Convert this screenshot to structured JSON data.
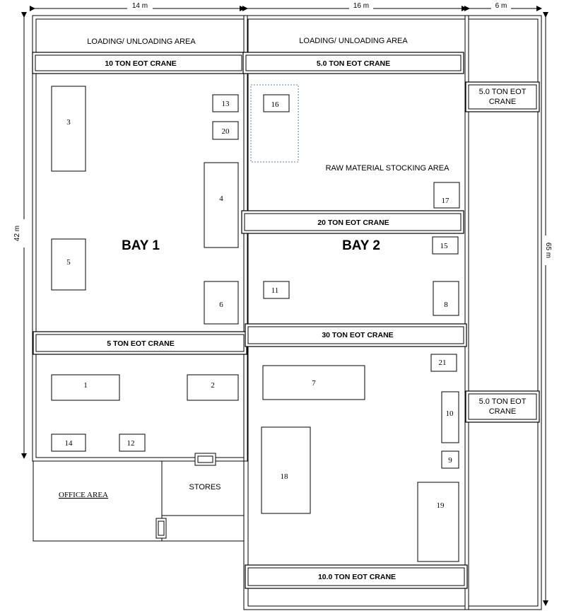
{
  "dimensions": {
    "bay1_width": "14 m",
    "bay2_width": "16 m",
    "bay3_width": "6 m",
    "bay1_length": "42 m",
    "total_length": "65 m"
  },
  "areas": {
    "loading_bay1": "LOADING/ UNLOADING AREA",
    "loading_bay2": "LOADING/ UNLOADING AREA",
    "raw_material": "RAW MATERIAL STOCKING AREA",
    "office": "OFFICE  AREA",
    "stores": "STORES"
  },
  "bays": {
    "bay1": "BAY 1",
    "bay2": "BAY 2"
  },
  "cranes": {
    "c10_bay1": "10 TON EOT CRANE",
    "c5_bay2_top": "5.0 TON EOT CRANE",
    "c5_bay3_top_line1": "5.0 TON EOT",
    "c5_bay3_top_line2": "CRANE",
    "c20_bay2": "20 TON EOT CRANE",
    "c5_bay1": "5 TON EOT CRANE",
    "c30_bay2": "30 TON EOT CRANE",
    "c5_bay3_bottom_line1": "5.0 TON EOT",
    "c5_bay3_bottom_line2": "CRANE",
    "c10_bay2_bottom": "10.0 TON EOT CRANE"
  },
  "machines": {
    "m1": "1",
    "m2": "2",
    "m3": "3",
    "m4": "4",
    "m5": "5",
    "m6": "6",
    "m7": "7",
    "m8": "8",
    "m9": "9",
    "m10": "10",
    "m11": "11",
    "m12": "12",
    "m13": "13",
    "m14": "14",
    "m15": "15",
    "m16": "16",
    "m17": "17",
    "m18": "18",
    "m19": "19",
    "m20": "20",
    "m21": "21"
  },
  "colors": {
    "line": "#000000",
    "dashed_outline": "#5b7fa8"
  }
}
